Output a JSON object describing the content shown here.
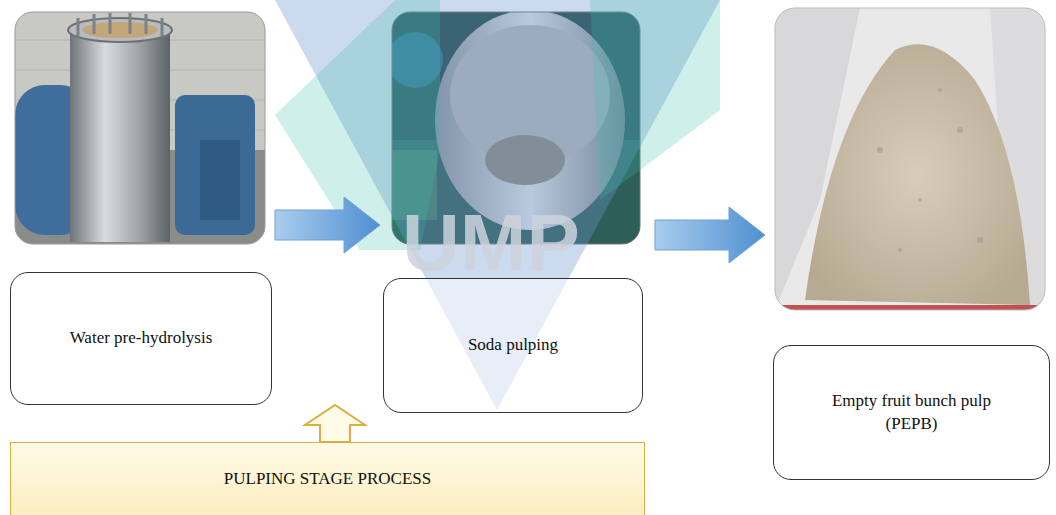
{
  "diagram": {
    "nodes": [
      {
        "text": [
          "Water pre-hydrolysis"
        ]
      },
      {
        "text": [
          "Soda pulping"
        ]
      },
      {
        "text": [
          "Empty fruit bunch pulp (PEPB)"
        ]
      },
      {
        "text": [
          "PULPING STAGE PROCESS"
        ]
      }
    ],
    "edges": [
      {
        "from": 0,
        "to": 1,
        "arrow": "to"
      },
      {
        "from": 1,
        "to": 2,
        "arrow": "to"
      },
      {
        "from": 3,
        "to": 1,
        "arrow": "to"
      }
    ],
    "labels": [
      "UMP"
    ]
  }
}
